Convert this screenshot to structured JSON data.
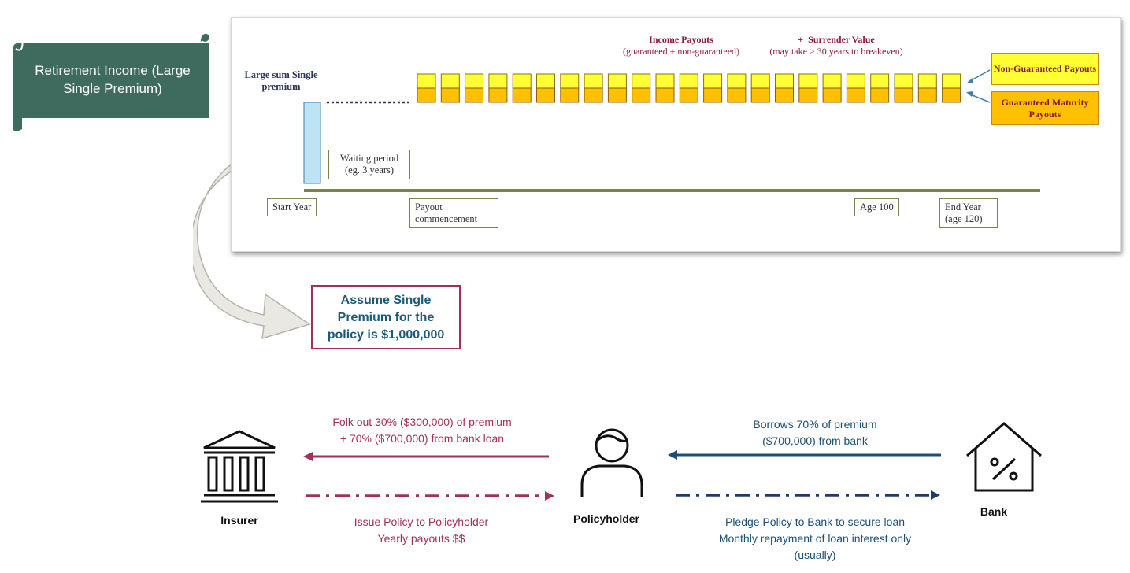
{
  "banner": {
    "title": "Retirement Income (Large Single Premium)"
  },
  "timeline": {
    "premium_label": "Large sum Single premium",
    "income_header": "Income Payouts",
    "income_sub": "(guaranteed + non-guaranteed)",
    "plus": "+",
    "surrender_header": "Surrender Value",
    "surrender_sub": "(may take > 30 years to breakeven)",
    "legend_nonguaranteed": "Non-Guaranteed Payouts",
    "legend_guaranteed": "Guaranteed Maturity Payouts",
    "waiting_period": "Waiting period",
    "waiting_example": "(eg. 3 years)",
    "start_year": "Start Year",
    "payout_commencement_1": "Payout",
    "payout_commencement_2": "commencement",
    "age_100": "Age 100",
    "end_year_1": "End Year",
    "end_year_2": "(age 120)",
    "colors": {
      "nonguaranteed": "#ffff33",
      "guaranteed": "#ffc000",
      "timeline_bar": "#7a8450",
      "premium_bar": "#bde3f5"
    }
  },
  "assume_box": {
    "line1": "Assume Single",
    "line2": "Premium for the",
    "line3": "policy is $1,000,000"
  },
  "flow": {
    "to_insurer_line1": "Folk out 30% ($300,000) of premium",
    "to_insurer_line2": "+ 70% ($700,000) from bank loan",
    "from_insurer_line1": "Issue Policy to Policyholder",
    "from_insurer_line2": "Yearly payouts $$",
    "from_bank_line1": "Borrows 70% of premium",
    "from_bank_line2": "($700,000) from bank",
    "to_bank_line1": "Pledge Policy to Bank to secure loan",
    "to_bank_line2": "Monthly repayment of loan interest only",
    "to_bank_line3": "(usually)",
    "colors": {
      "maroon": "#a33154",
      "navy": "#1c4f74"
    }
  },
  "nodes": {
    "insurer": {
      "label": "Insurer",
      "icon": "bank-building-icon"
    },
    "policyholder": {
      "label": "Policyholder",
      "icon": "person-icon"
    },
    "bank": {
      "label": "Bank",
      "icon": "house-percent-icon"
    }
  }
}
